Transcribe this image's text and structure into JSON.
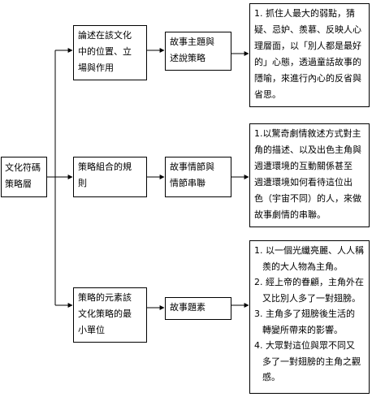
{
  "root": {
    "lines": [
      "文化符碼",
      "策略層"
    ]
  },
  "branches": [
    {
      "category": [
        "論述在該文化",
        "中的位置、立",
        "場與作用"
      ],
      "topic": [
        "故事主題與",
        "述說策略"
      ],
      "detail_lines": [
        "1. 抓住人最大的弱點，猜",
        "疑、忌妒、羨慕、反映人心",
        "理層面，以「別人都是最好",
        "的」心態，透過童話故事的",
        "隱喻，來進行內心的反省與",
        "省思。"
      ]
    },
    {
      "category": [
        "策略組合的規",
        "則"
      ],
      "topic": [
        "故事情節與",
        "情節串聯"
      ],
      "detail_lines": [
        "1.以驚奇劇情敘述方式對主",
        "角的描述、以及出色主角與",
        "週遭環境的互動關係甚至",
        "週遭環境如何看待這位出",
        "色（宇宙不同）的人，來做",
        "故事劇情的串聯。"
      ]
    },
    {
      "category": [
        "策略的元素該",
        "文化策略的最",
        "小單位"
      ],
      "topic": [
        "故事題素"
      ],
      "detail_items": [
        [
          "1. 以一個光纖亮麗、人人稱",
          "羨的大人物為主角。"
        ],
        [
          "2. 經上帝的眷顧，主角外在",
          "又比別人多了一對翅膀。"
        ],
        [
          "3. 主角多了翅膀後生活的",
          "轉變所帶來的影響。"
        ],
        [
          "4. 大眾對這位與眾不同又",
          "多了一對翅膀的主角之觀",
          "感。"
        ]
      ]
    }
  ]
}
